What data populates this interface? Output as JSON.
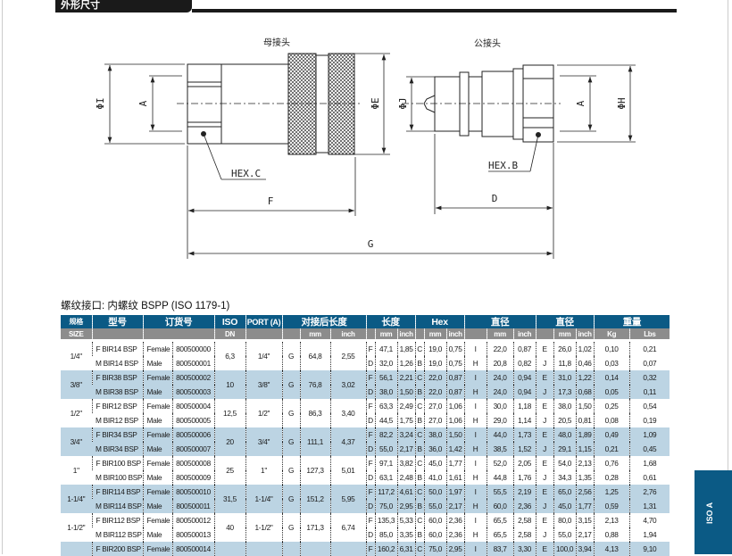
{
  "section_title": "外形尺寸",
  "drawing": {
    "female_label": "母接头",
    "male_label": "公接头",
    "dims": {
      "phi_i": "ΦI",
      "a": "A",
      "phi_e": "ΦE",
      "phi_j": "ΦJ",
      "phi_h": "ΦH",
      "hex_c": "HEX.C",
      "hex_b": "HEX.B",
      "f": "F",
      "d": "D",
      "g": "G"
    }
  },
  "table_title": "螺纹接口: 内螺纹 BSPP (ISO 1179-1)",
  "header": {
    "size": "规格",
    "size_en": "SIZE",
    "model": "型号",
    "order": "订货号",
    "iso": "ISO",
    "dn": "DN",
    "port": "PORT (A)",
    "coupled_length": "对接后长度",
    "length": "长度",
    "hex": "Hex",
    "diameter1": "直径",
    "diameter2": "直径",
    "weight": "重量",
    "mm": "mm",
    "inch": "inch",
    "kg": "Kg",
    "lbs": "Lbs"
  },
  "rows": [
    {
      "size": "1/4\"",
      "iso": "6,3",
      "port": "1/4\"",
      "g": "G",
      "g_mm": "64,8",
      "g_inch": "2,55",
      "female": {
        "model": "F BIR14 BSP",
        "type": "Female",
        "order": "800500000",
        "l": "F",
        "l_mm": "47,1",
        "l_in": "1,85",
        "h": "C",
        "h_mm": "19,0",
        "h_in": "0,75",
        "d1": "I",
        "d1_mm": "22,0",
        "d1_in": "0,87",
        "d2": "E",
        "d2_mm": "26,0",
        "d2_in": "1,02",
        "kg": "0,10",
        "lbs": "0,21"
      },
      "male": {
        "model": "M BIR14 BSP",
        "type": "Male",
        "order": "800500001",
        "l": "D",
        "l_mm": "32,0",
        "l_in": "1,26",
        "h": "B",
        "h_mm": "19,0",
        "h_in": "0,75",
        "d1": "H",
        "d1_mm": "20,8",
        "d1_in": "0,82",
        "d2": "J",
        "d2_mm": "11,8",
        "d2_in": "0,46",
        "kg": "0,03",
        "lbs": "0,07"
      }
    },
    {
      "size": "3/8\"",
      "iso": "10",
      "port": "3/8\"",
      "g": "G",
      "g_mm": "76,8",
      "g_inch": "3,02",
      "female": {
        "model": "F BIR38 BSP",
        "type": "Female",
        "order": "800500002",
        "l": "F",
        "l_mm": "56,1",
        "l_in": "2,21",
        "h": "C",
        "h_mm": "22,0",
        "h_in": "0,87",
        "d1": "I",
        "d1_mm": "24,0",
        "d1_in": "0,94",
        "d2": "E",
        "d2_mm": "31,0",
        "d2_in": "1,22",
        "kg": "0,14",
        "lbs": "0,32"
      },
      "male": {
        "model": "M BIR38 BSP",
        "type": "Male",
        "order": "800500003",
        "l": "D",
        "l_mm": "38,0",
        "l_in": "1,50",
        "h": "B",
        "h_mm": "22,0",
        "h_in": "0,87",
        "d1": "H",
        "d1_mm": "24,0",
        "d1_in": "0,94",
        "d2": "J",
        "d2_mm": "17,3",
        "d2_in": "0,68",
        "kg": "0,05",
        "lbs": "0,11"
      }
    },
    {
      "size": "1/2\"",
      "iso": "12,5",
      "port": "1/2\"",
      "g": "G",
      "g_mm": "86,3",
      "g_inch": "3,40",
      "female": {
        "model": "F BIR12 BSP",
        "type": "Female",
        "order": "800500004",
        "l": "F",
        "l_mm": "63,3",
        "l_in": "2,49",
        "h": "C",
        "h_mm": "27,0",
        "h_in": "1,06",
        "d1": "I",
        "d1_mm": "30,0",
        "d1_in": "1,18",
        "d2": "E",
        "d2_mm": "38,0",
        "d2_in": "1,50",
        "kg": "0,25",
        "lbs": "0,54"
      },
      "male": {
        "model": "M BIR12 BSP",
        "type": "Male",
        "order": "800500005",
        "l": "D",
        "l_mm": "44,5",
        "l_in": "1,75",
        "h": "B",
        "h_mm": "27,0",
        "h_in": "1,06",
        "d1": "H",
        "d1_mm": "29,0",
        "d1_in": "1,14",
        "d2": "J",
        "d2_mm": "20,5",
        "d2_in": "0,81",
        "kg": "0,08",
        "lbs": "0,19"
      }
    },
    {
      "size": "3/4\"",
      "iso": "20",
      "port": "3/4\"",
      "g": "G",
      "g_mm": "111,1",
      "g_inch": "4,37",
      "female": {
        "model": "F BIR34 BSP",
        "type": "Female",
        "order": "800500006",
        "l": "F",
        "l_mm": "82,2",
        "l_in": "3,24",
        "h": "C",
        "h_mm": "38,0",
        "h_in": "1,50",
        "d1": "I",
        "d1_mm": "44,0",
        "d1_in": "1,73",
        "d2": "E",
        "d2_mm": "48,0",
        "d2_in": "1,89",
        "kg": "0,49",
        "lbs": "1,09"
      },
      "male": {
        "model": "M BIR34 BSP",
        "type": "Male",
        "order": "800500007",
        "l": "D",
        "l_mm": "55,0",
        "l_in": "2,17",
        "h": "B",
        "h_mm": "36,0",
        "h_in": "1,42",
        "d1": "H",
        "d1_mm": "38,5",
        "d1_in": "1,52",
        "d2": "J",
        "d2_mm": "29,1",
        "d2_in": "1,15",
        "kg": "0,21",
        "lbs": "0,45"
      }
    },
    {
      "size": "1\"",
      "iso": "25",
      "port": "1\"",
      "g": "G",
      "g_mm": "127,3",
      "g_inch": "5,01",
      "female": {
        "model": "F BIR100 BSP",
        "type": "Female",
        "order": "800500008",
        "l": "F",
        "l_mm": "97,1",
        "l_in": "3,82",
        "h": "C",
        "h_mm": "45,0",
        "h_in": "1,77",
        "d1": "I",
        "d1_mm": "52,0",
        "d1_in": "2,05",
        "d2": "E",
        "d2_mm": "54,0",
        "d2_in": "2,13",
        "kg": "0,76",
        "lbs": "1,68"
      },
      "male": {
        "model": "M BIR100 BSP",
        "type": "Male",
        "order": "800500009",
        "l": "D",
        "l_mm": "63,1",
        "l_in": "2,48",
        "h": "B",
        "h_mm": "41,0",
        "h_in": "1,61",
        "d1": "H",
        "d1_mm": "44,8",
        "d1_in": "1,76",
        "d2": "J",
        "d2_mm": "34,3",
        "d2_in": "1,35",
        "kg": "0,28",
        "lbs": "0,61"
      }
    },
    {
      "size": "1-1/4\"",
      "iso": "31,5",
      "port": "1-1/4\"",
      "g": "G",
      "g_mm": "151,2",
      "g_inch": "5,95",
      "female": {
        "model": "F BIR114 BSP",
        "type": "Female",
        "order": "800500010",
        "l": "F",
        "l_mm": "117,2",
        "l_in": "4,61",
        "h": "C",
        "h_mm": "50,0",
        "h_in": "1,97",
        "d1": "I",
        "d1_mm": "55,5",
        "d1_in": "2,19",
        "d2": "E",
        "d2_mm": "65,0",
        "d2_in": "2,56",
        "kg": "1,25",
        "lbs": "2,76"
      },
      "male": {
        "model": "M BIR114 BSP",
        "type": "Male",
        "order": "800500011",
        "l": "D",
        "l_mm": "75,0",
        "l_in": "2,95",
        "h": "B",
        "h_mm": "55,0",
        "h_in": "2,17",
        "d1": "H",
        "d1_mm": "60,0",
        "d1_in": "2,36",
        "d2": "J",
        "d2_mm": "45,0",
        "d2_in": "1,77",
        "kg": "0,59",
        "lbs": "1,31"
      }
    },
    {
      "size": "1-1/2\"",
      "iso": "40",
      "port": "1-1/2\"",
      "g": "G",
      "g_mm": "171,3",
      "g_inch": "6,74",
      "female": {
        "model": "F BIR112 BSP",
        "type": "Female",
        "order": "800500012",
        "l": "F",
        "l_mm": "135,3",
        "l_in": "5,33",
        "h": "C",
        "h_mm": "60,0",
        "h_in": "2,36",
        "d1": "I",
        "d1_mm": "65,5",
        "d1_in": "2,58",
        "d2": "E",
        "d2_mm": "80,0",
        "d2_in": "3,15",
        "kg": "2,13",
        "lbs": "4,70"
      },
      "male": {
        "model": "M BIR112 BSP",
        "type": "Male",
        "order": "800500013",
        "l": "D",
        "l_mm": "85,0",
        "l_in": "3,35",
        "h": "B",
        "h_mm": "60,0",
        "h_in": "2,36",
        "d1": "H",
        "d1_mm": "65,5",
        "d1_in": "2,58",
        "d2": "J",
        "d2_mm": "55,0",
        "d2_in": "2,17",
        "kg": "0,88",
        "lbs": "1,94"
      }
    },
    {
      "size": null,
      "iso": null,
      "port": null,
      "g": null,
      "g_mm": null,
      "g_inch": null,
      "female": {
        "model": "F BIR200 BSP",
        "type": "Female",
        "order": "800500014",
        "l": "F",
        "l_mm": "160,2",
        "l_in": "6,31",
        "h": "C",
        "h_mm": "75,0",
        "h_in": "2,95",
        "d1": "I",
        "d1_mm": "83,7",
        "d1_in": "3,30",
        "d2": "E",
        "d2_mm": "100,0",
        "d2_in": "3,94",
        "kg": "4,13",
        "lbs": "9,10"
      },
      "male": null
    }
  ],
  "side_tab": "ISO A",
  "colors": {
    "header_blue": "#0b5a85",
    "header_gray": "#8c8c8c",
    "row_alt": "#bcd4e3"
  }
}
